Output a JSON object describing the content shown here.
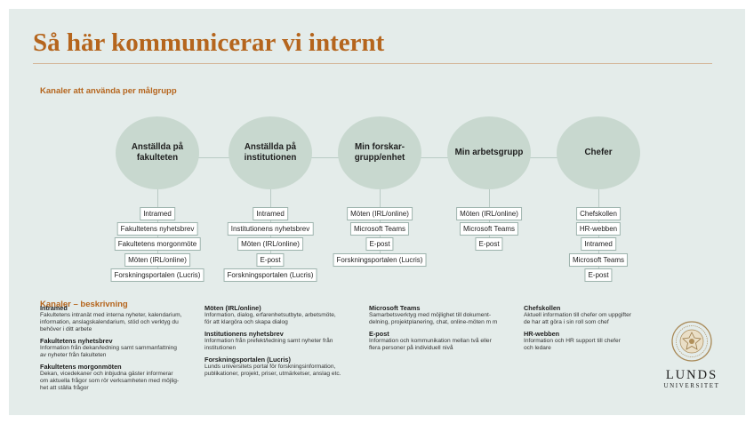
{
  "title": "Så här kommunicerar vi internt",
  "section_groups": "Kanaler att använda per målgrupp",
  "section_desc": "Kanaler – beskrivning",
  "groups": [
    {
      "label": "Anställda på\nfakulteten",
      "channels": [
        "Intramed",
        "Fakultetens nyhetsbrev",
        "Fakultetens morgonmöte",
        "Möten (IRL/online)",
        "Forskningsportalen (Lucris)"
      ]
    },
    {
      "label": "Anställda på\ninstitutionen",
      "channels": [
        "Intramed",
        "Institutionens nyhetsbrev",
        "Möten (IRL/online)",
        "E-post",
        "Forskningsportalen (Lucris)"
      ]
    },
    {
      "label": "Min forskar-\ngrupp/enhet",
      "channels": [
        "Möten (IRL/online)",
        "Microsoft Teams",
        "E-post",
        "Forskningsportalen (Lucris)"
      ]
    },
    {
      "label": "Min arbetsgrupp",
      "channels": [
        "Möten (IRL/online)",
        "Microsoft Teams",
        "E-post"
      ]
    },
    {
      "label": "Chefer",
      "channels": [
        "Chefskollen",
        "HR-webben",
        "Intramed",
        "Microsoft Teams",
        "E-post"
      ]
    }
  ],
  "descriptions": [
    [
      {
        "title": "Intramed",
        "text": "Fakultetens intranät med interna nyheter, kalendarium,\ninformation, anslagskalendarium, stöd och verktyg du\nbehöver i ditt arbete"
      },
      {
        "title": "Fakultetens nyhetsbrev",
        "text": "Information från dekan/ledning samt sammanfattning\nav nyheter från fakulteten"
      },
      {
        "title": "Fakultetens morgonmöten",
        "text": "Dekan, vicedekaner och inbjudna gäster informerar\nom aktuella frågor som rör verksamheten med möjlig-\nhet att ställa frågor"
      }
    ],
    [
      {
        "title": "Möten (IRL/online)",
        "text": "Information, dialog, erfarenhetsutbyte, arbetsmöte,\nför att klargöra och skapa dialog"
      },
      {
        "title": "Institutionens nyhetsbrev",
        "text": "Information från prefekt/ledning samt nyheter från\ninstitutionen"
      },
      {
        "title": "Forskningsportalen (Lucris)",
        "text": "Lunds universitets portal för forskningsinformation,\npublikationer, projekt, priser, utmärkelser, anslag etc."
      }
    ],
    [
      {
        "title": "Microsoft Teams",
        "text": "Samarbetsverktyg med möjlighet till dokument-\ndelning, projektplanering, chat, online-möten m m"
      },
      {
        "title": "E-post",
        "text": "Information och kommunikation mellan två eller\nflera personer på individuell nivå"
      }
    ],
    [
      {
        "title": "Chefskollen",
        "text": "Aktuell information till chefer om uppgifter\nde har att göra i sin roll som chef"
      },
      {
        "title": "HR-webben",
        "text": "Information och HR support till chefer\noch ledare"
      }
    ]
  ],
  "logo": {
    "line1": "LUNDS",
    "line2": "UNIVERSITET"
  },
  "colors": {
    "accent": "#b5651d",
    "background": "#e4ecea",
    "circle": "#c8d8cf",
    "connector": "#b9cac4"
  }
}
